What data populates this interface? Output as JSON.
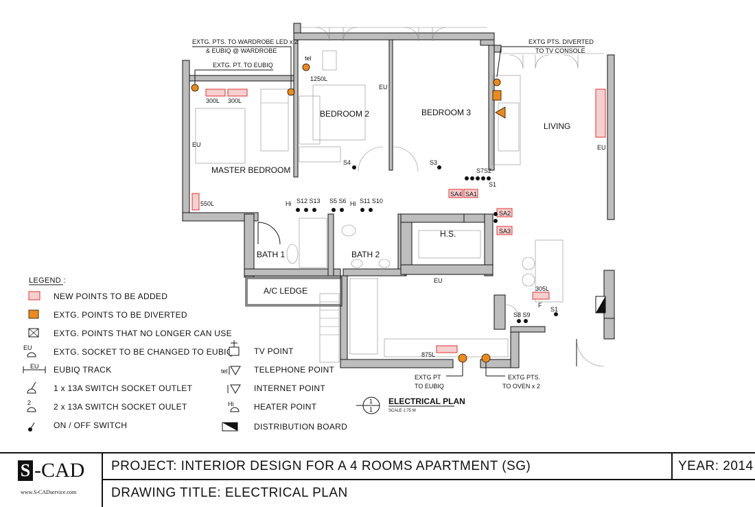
{
  "labels": {
    "ext_wardrobe": "EXTG. PTS. TO WARDROBE LED x 2",
    "ext_wardrobe2": "& EUBIQ @ WARDROBE",
    "ext_eubiq": "EXTG. PT. TO EUBIQ",
    "ext_tv_console": "EXTG PTS. DIVERTED",
    "ext_tv_console2": "TO TV CONSOLE",
    "ext_pt_eubiq": "EXTG PT",
    "ext_pt_eubiq2": "TO EUBIQ",
    "ext_oven": "EXTG PTS.",
    "ext_oven2": "TO OVEN x 2"
  },
  "rooms": {
    "master": "MASTER BEDROOM",
    "bed2": "BEDROOM 2",
    "bed3": "BEDROOM 3",
    "living": "LIVING",
    "bath1": "BATH 1",
    "bath2": "BATH 2",
    "hs": "H.S.",
    "ac": "A/C LEDGE"
  },
  "tags": {
    "s4": "S4",
    "s3": "S3",
    "s7s2": "S7S2",
    "s1": "S1",
    "s1b": "S1",
    "s12s13": "S12 S13",
    "s5s6": "S5 S6",
    "s11s10": "S11 S10",
    "s8s9": "S8 S9",
    "sa4": "SA4",
    "sa1": "SA1",
    "sa2": "SA2",
    "sa3": "SA3",
    "hi": "Hi",
    "eu": "EU",
    "tel": "tel",
    "two": "2",
    "l300a": "300L",
    "l300b": "300L",
    "l1250": "1250L",
    "l550": "550L",
    "l305": "305L",
    "l875": "875L",
    "f": "F"
  },
  "legend": {
    "title": "LEGEND :",
    "items": [
      "NEW POINTS TO BE ADDED",
      "EXTG. POINTS TO BE DIVERTED",
      "EXTG. POINTS THAT NO LONGER CAN USE",
      "EXTG. SOCKET TO BE CHANGED TO EUBIQ",
      "EUBIQ TRACK",
      "1 x 13A SWITCH SOCKET OUTLET",
      "2 x 13A SWITCH SOCKET OULET",
      "ON / OFF SWITCH"
    ],
    "items_right": [
      "TV POINT",
      "TELEPHONE POINT",
      "INTERNET POINT",
      "HEATER POINT",
      "DISTRIBUTION BOARD"
    ]
  },
  "plan_title": {
    "number": "1",
    "sheet": "1",
    "title": "ELECTRICAL PLAN",
    "scale": "SCALE 1:75 M"
  },
  "titleblock": {
    "brand_mark": "S",
    "brand_rest": "-CAD",
    "url": "www.S-CADservice.com",
    "project": "PROJECT: INTERIOR DESIGN FOR A 4 ROOMS APARTMENT (SG)",
    "drawing": "DRAWING TITLE: ELECTRICAL PLAN",
    "year": "YEAR: 2014"
  },
  "colors": {
    "new_points": "#f6cfcf",
    "new_points_stroke": "#d33333",
    "diverted": "#ef8a1a",
    "wall": "#bdbdbd"
  }
}
